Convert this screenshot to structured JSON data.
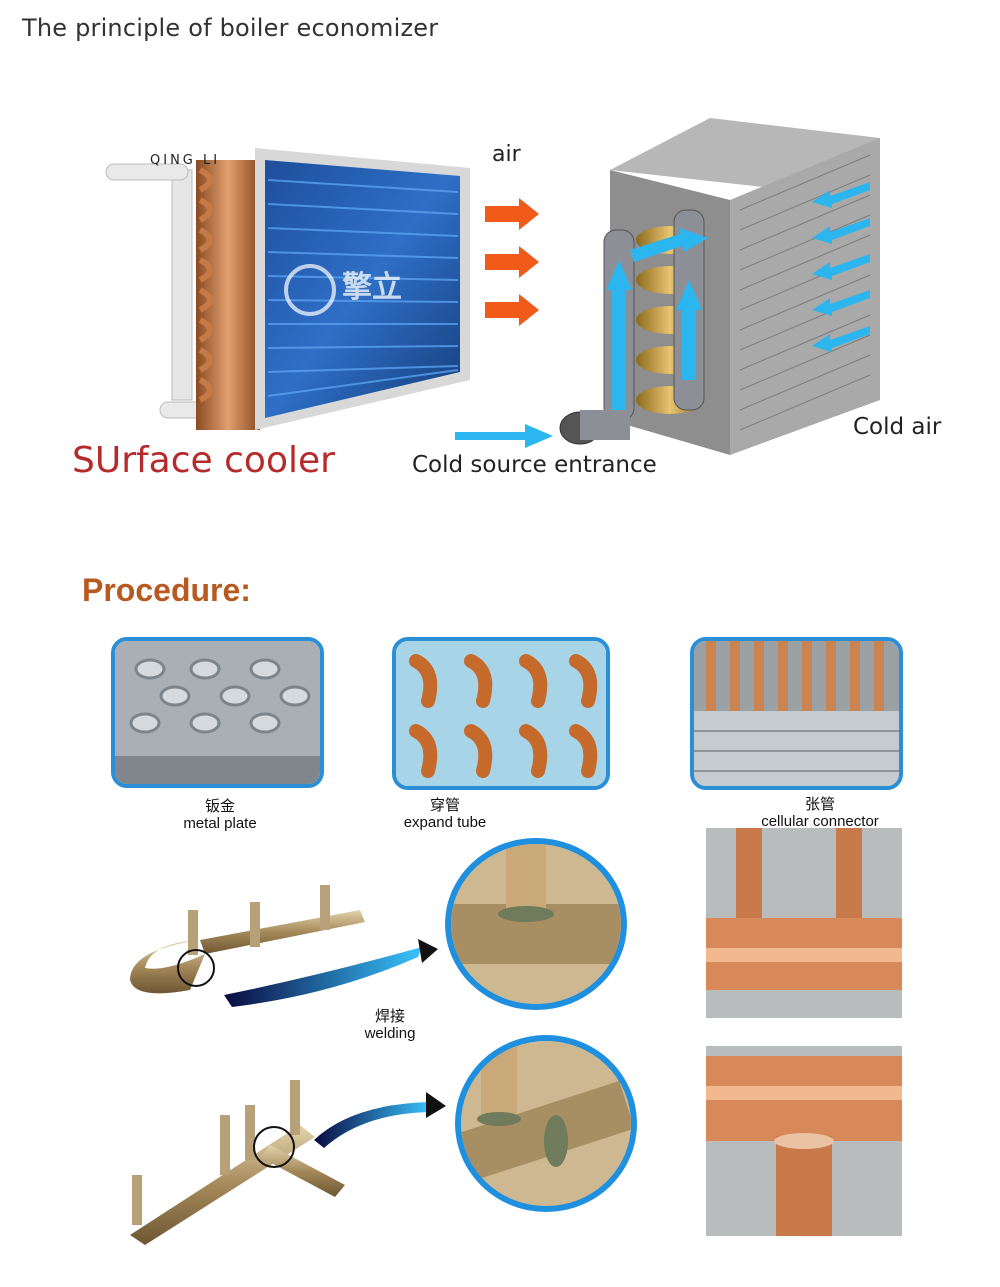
{
  "header": {
    "title": "The principle of boiler economizer"
  },
  "cooler": {
    "brand_text": "QING LI",
    "logo_cn": "擎立",
    "caption": "SUrface cooler"
  },
  "diagram": {
    "air_label": "air",
    "cold_air_label": "Cold air",
    "cold_source_label": "Cold source entrance"
  },
  "procedure": {
    "heading": "Procedure:",
    "steps": [
      {
        "cn": "钣金",
        "en": "metal plate"
      },
      {
        "cn": "穿管",
        "en": "expand tube"
      },
      {
        "cn": "张管",
        "en": "cellular connector"
      }
    ],
    "welding": {
      "cn": "焊接",
      "en": "welding"
    }
  },
  "colors": {
    "accent_blue": "#2a8fd6",
    "arrow_orange": "#f25a1a",
    "arrow_cyan": "#2bb6ef",
    "caption_red": "#b52a2a",
    "procedure_brown": "#b85a20"
  }
}
